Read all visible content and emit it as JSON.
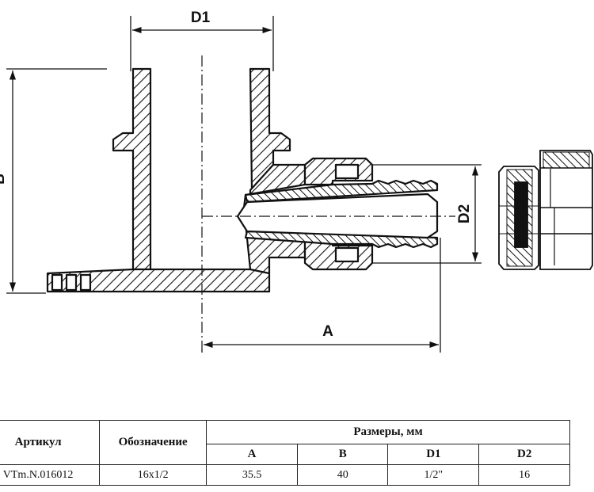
{
  "drawing": {
    "dim_labels": {
      "d1": "D1",
      "d2": "D2",
      "a": "A",
      "b": "B"
    }
  },
  "table": {
    "headers": {
      "article": "Артикул",
      "designation": "Обозначение",
      "dimensions_group": "Размеры, мм",
      "a": "A",
      "b": "B",
      "d1": "D1",
      "d2": "D2"
    },
    "row": {
      "article": "VTm.N.016012",
      "designation": "16x1/2",
      "a": "35.5",
      "b": "40",
      "d1": "1/2\"",
      "d2": "16"
    }
  }
}
